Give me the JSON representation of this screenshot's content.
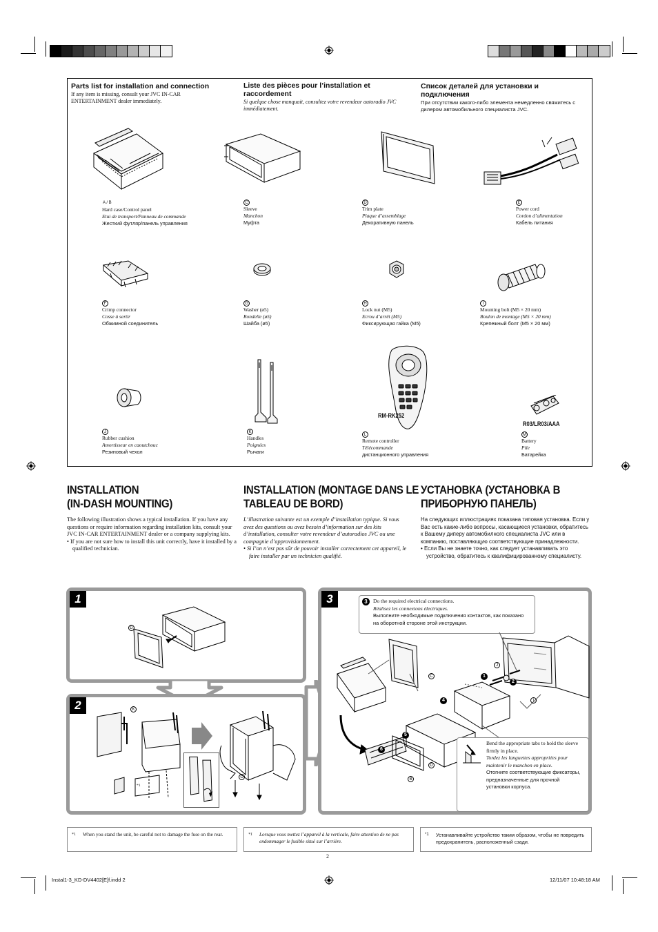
{
  "parts": {
    "en": {
      "heading": "Parts list for installation and connection",
      "note": "If any item is missing, consult your JVC IN-CAR ENTERTAINMENT dealer immediately."
    },
    "fr": {
      "heading": "Liste des pièces pour l’installation et raccordement",
      "note": "Si quelque chose manquait, consultez votre revendeur autoradio JVC immédiatement."
    },
    "ru": {
      "heading": "Список деталей для установки и подключения",
      "note": "При отсутствии какого-либо элемента немедленно свяжитесь с дилером автомобильного специалиста JVC."
    },
    "items": [
      {
        "letter": "A / B",
        "en": "Hard case/Control panel",
        "fr": "Etui de transport/Panneau de commande",
        "ru": "Жесткий футляр/панель управления"
      },
      {
        "letter": "C",
        "en": "Sleeve",
        "fr": "Manchon",
        "ru": "Муфта"
      },
      {
        "letter": "D",
        "en": "Trim plate",
        "fr": "Plaque d’assemblage",
        "ru": "Декоративную панель"
      },
      {
        "letter": "E",
        "en": "Power cord",
        "fr": "Cordon d’alimentation",
        "ru": "Кабель питания"
      },
      {
        "letter": "F",
        "en": "Crimp connector",
        "fr": "Cosse à sertir",
        "ru": "Обжимной соединитель"
      },
      {
        "letter": "G",
        "en": "Washer (ø5)",
        "fr": "Rondelle (ø5)",
        "ru": "Шайба (ø5)"
      },
      {
        "letter": "H",
        "en": "Lock nut (M5)",
        "fr": "Ecrou d’arrêt (M5)",
        "ru": "Фиксирующая гайка (M5)"
      },
      {
        "letter": "I",
        "en": "Mounting bolt (M5 × 20 mm)",
        "fr": "Boulon de montage (M5 × 20 mm)",
        "ru": "Крепежный болт (M5 × 20 мм)"
      },
      {
        "letter": "J",
        "en": "Rubber cushion",
        "fr": "Amortisseur en caoutchouc",
        "ru": "Резиновый чехол"
      },
      {
        "letter": "K",
        "en": "Handles",
        "fr": "Poignées",
        "ru": "Рычаги"
      },
      {
        "letter": "L",
        "en": "Remote controller",
        "fr": "Télécommande",
        "ru": "дистанционного управления"
      },
      {
        "letter": "M",
        "en": "Battery",
        "fr": "Pile",
        "ru": "Батарейка"
      }
    ],
    "remote_model": "RM-RK252",
    "battery_type": "R03/LR03/AAA"
  },
  "install": {
    "en": {
      "heading_1": "INSTALLATION",
      "heading_2": "(IN-DASH MOUNTING)",
      "text": "The following illustration shows a typical installation. If you have any questions or require information regarding installation kits, consult your JVC IN-CAR ENTERTAINMENT dealer or a company supplying kits.",
      "bullet": "If you are not sure how to install this unit correctly, have it installed by a qualified technician."
    },
    "fr": {
      "heading_1": "INSTALLATION (MONTAGE DANS LE",
      "heading_2": "TABLEAU DE BORD)",
      "text": "L’illustration suivante est un exemple d’installation typique. Si vous avez des questions ou avez besoin d’information sur des kits d’installation, consulter votre revendeur d’autoradios JVC ou une compagnie d’approvisionnement.",
      "bullet": "Si l’on n’est pas sûr de pouvoir installer correctement cet appareil, le faire installer par un technicien qualifié."
    },
    "ru": {
      "heading_1": "УСТАНОВКА (УСТАНОВКА В",
      "heading_2": "ПРИБОРНУЮ ПАНЕЛЬ)",
      "text": "На следующих иллюстрациях показана типовая установка. Если у Вас есть какие-либо вопросы, касающиеся установки, обратитесь к Вашему диперу автомобилного специалиста JVC или в компанию, поставляющую соответствующие принадлежности.",
      "bullet": "Если Вы не знаете точно, как следует устанавливать это устройство, обратитесь к квалифицированному специалисту."
    }
  },
  "steps": {
    "s1": "1",
    "s2": "2",
    "s3": "3",
    "electrical": {
      "en": "Do the required electrical connections.",
      "fr": "Réalisez les connexions électriques.",
      "ru": "Выполните необходимые подключения контактов, как показано на оборотной стороне этой инструкции."
    },
    "tabs": {
      "en": "Bend the appropriate tabs to hold the sleeve firmly in place.",
      "fr": "Tordez les languettes appropriées pour maintenir le manchon en place.",
      "ru": "Отогните соответствующие фиксаторы, предназначенные для прочной установки корпуса."
    },
    "footnote_mark": "*1",
    "labels": {
      "d1": "D",
      "k": "K",
      "c2": "C",
      "j": "J",
      "c3": "C",
      "i": "I",
      "b": "B",
      "d3": "D",
      "n1": "1",
      "n2": "2",
      "n3": "3",
      "n4": "4",
      "n5": "5",
      "n6": "6"
    }
  },
  "footnotes": {
    "mark": "*1",
    "en": "When you stand the unit, be careful not to damage the fuse on the rear.",
    "fr": "Lorsque vous mettez l’appareil à la verticale, faire attention de ne pas endommager le fusible situé sur l’arrière.",
    "ru": "Устанавливайте устройство таким образом, чтобы не повредить предохранитель, расположенный сзади."
  },
  "page_number": "2",
  "slug": {
    "file": "Instal1-3_KD-DV4402[E]f.indd   2",
    "date": "12/11/07   10:48:18 AM"
  },
  "colors": {
    "panel_border": "#9a9a9a",
    "arrow": "#9a9a9a",
    "ink": "#111111"
  }
}
